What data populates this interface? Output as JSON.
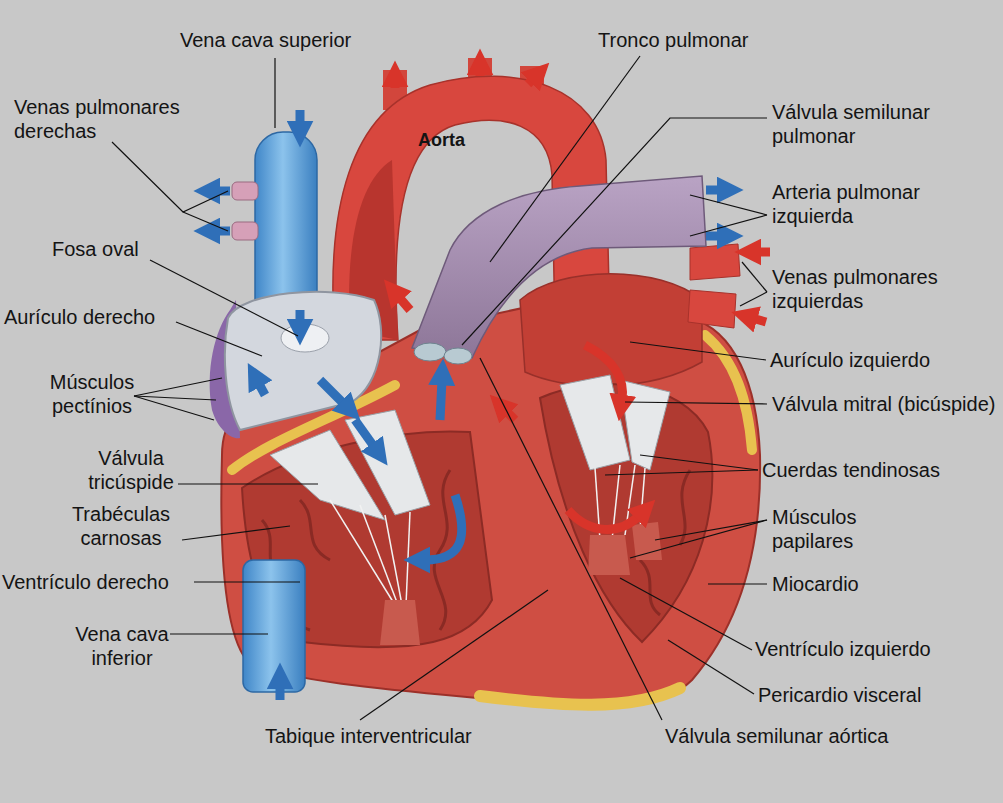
{
  "diagram": {
    "labels": [
      "Vena cava superior",
      "Tronco pulmonar",
      "Venas pulmonares derechas",
      "Válvula semilunar pulmonar",
      "Aorta",
      "Arteria pulmonar izquierda",
      "Venas pulmonares izquierdas",
      "Fosa oval",
      "Aurículo derecho",
      "Aurículo izquierdo",
      "Músculos pectínios",
      "Válvula mitral (bicúspide)",
      "Válvula tricúspide",
      "Cuerdas tendinosas",
      "Trabéculas carnosas",
      "Músculos papilares",
      "Ventrículo derecho",
      "Miocardio",
      "Vena cava inferior",
      "Ventrículo izquierdo",
      "Pericardio visceral",
      "Tabique interventricular",
      "Válvula semilunar aórtica"
    ]
  }
}
